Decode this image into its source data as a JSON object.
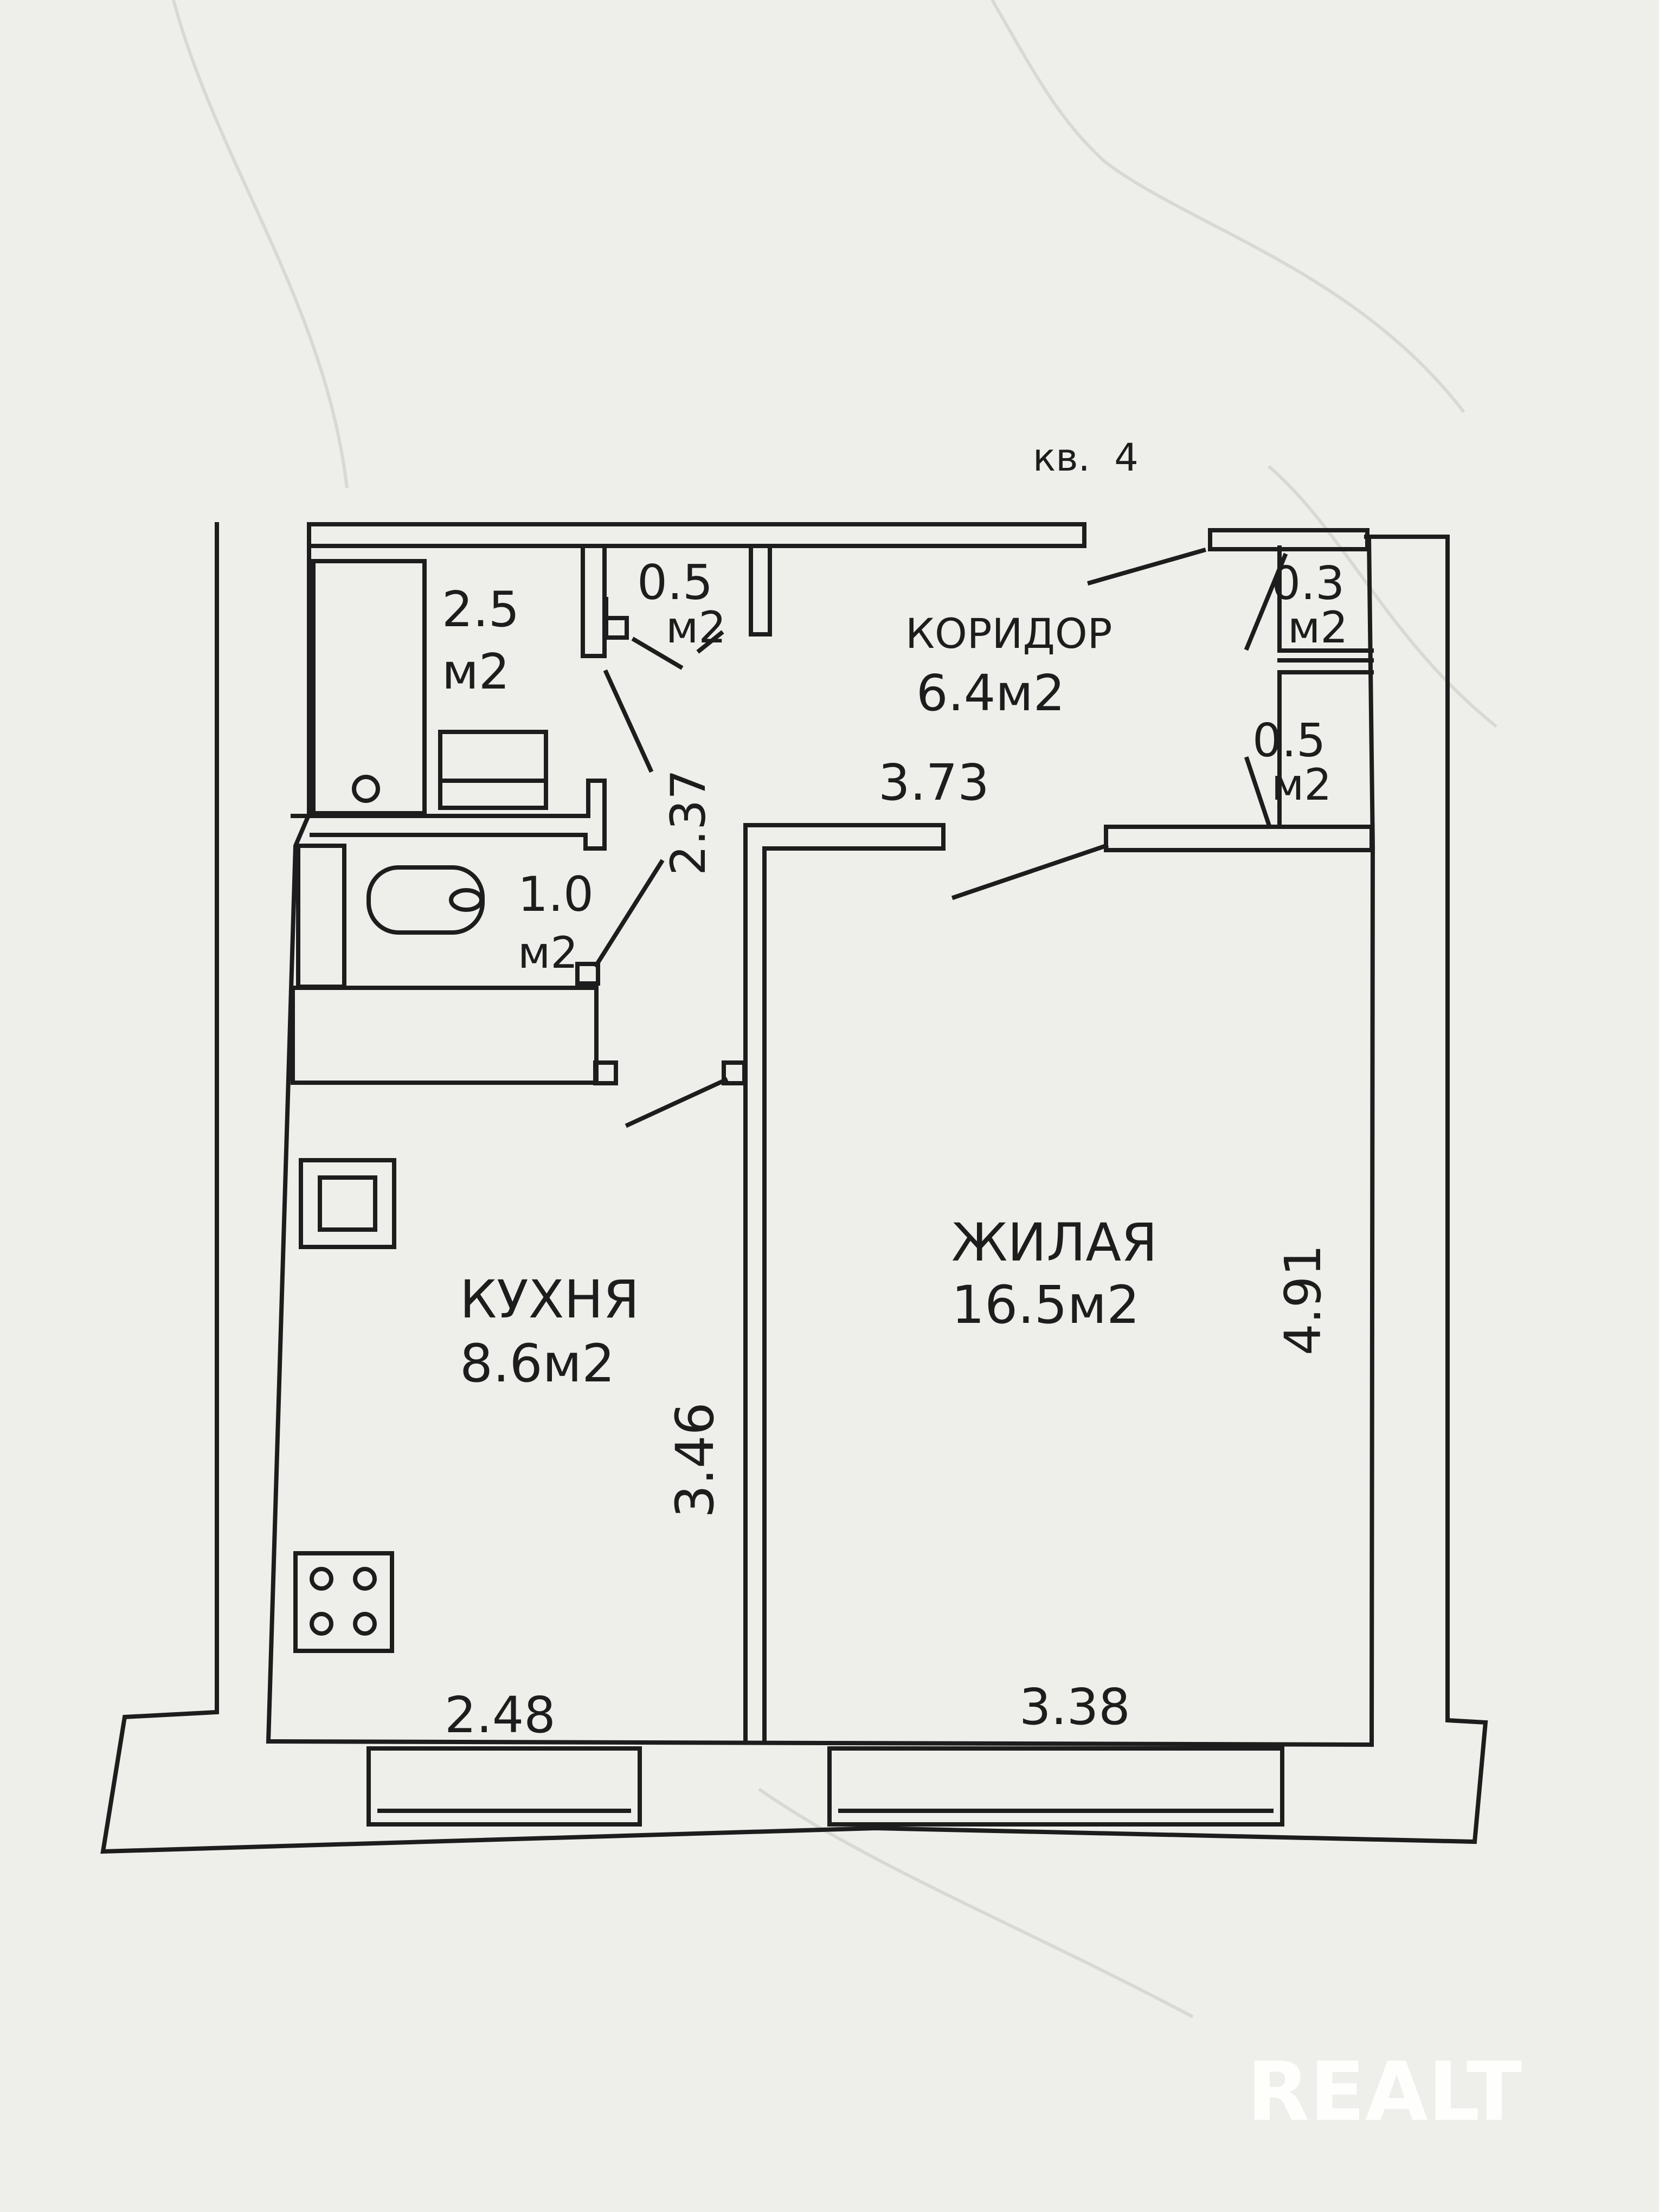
{
  "plan": {
    "title": "кв.  4",
    "rooms": {
      "bath": {
        "area": "2.5",
        "unit": "м2"
      },
      "closet1": {
        "area": "0.5",
        "unit": "м2"
      },
      "corridor": {
        "name": "КОРИДОР",
        "area": "6.4м2"
      },
      "closet2": {
        "area": "0.3",
        "unit": "м2"
      },
      "closet3": {
        "area": "0.5",
        "unit": "м2"
      },
      "wc": {
        "area": "1.0",
        "unit": "м2"
      },
      "kitchen": {
        "name": "КУХНЯ",
        "area": "8.6м2"
      },
      "living": {
        "name": "ЖИЛАЯ",
        "area": "16.5м2"
      }
    },
    "dimensions": {
      "corridor_length": "3.73",
      "hall_depth": "2.37",
      "kitchen_depth": "3.46",
      "kitchen_width": "2.48",
      "living_depth": "4.91",
      "living_width": "3.38"
    }
  },
  "watermark": {
    "text": "REALT"
  },
  "colors": {
    "paper": "#eeeeea",
    "ink": "#1d1d1d",
    "watermark": "#ffffff"
  }
}
